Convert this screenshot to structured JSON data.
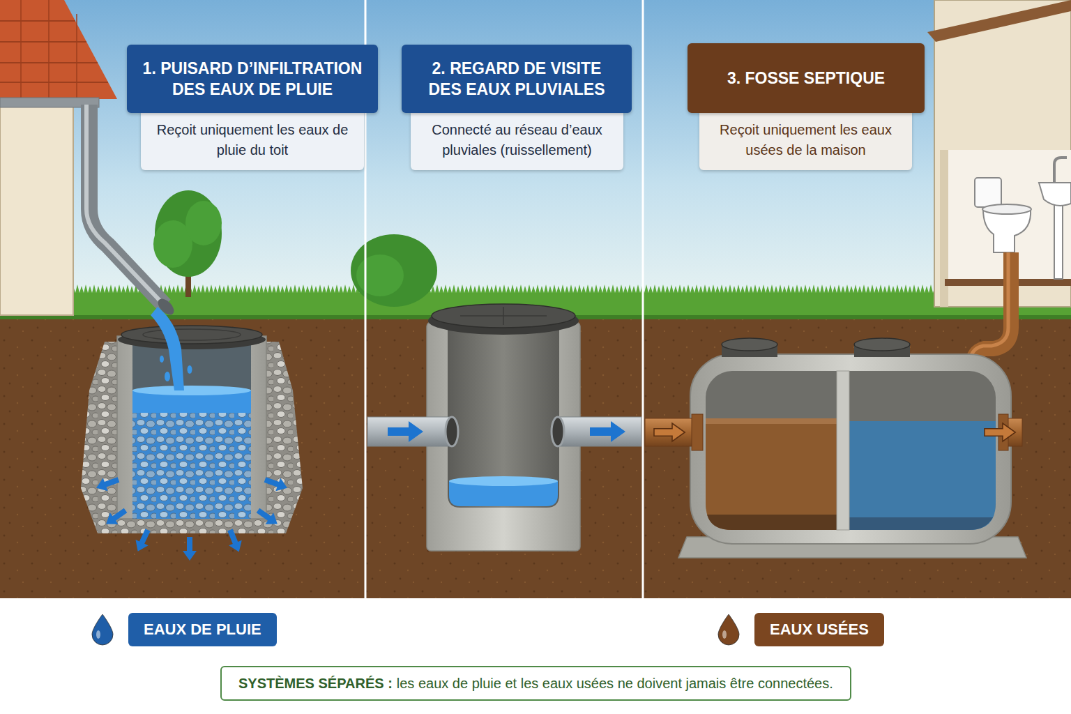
{
  "diagram": {
    "nodes": [
      {
        "text": [
          "1. PUISARD D’INFILTRATION DES EAUX DE PLUIE"
        ]
      },
      {
        "text": [
          "Reçoit uniquement les eaux de pluie du toit"
        ]
      },
      {
        "text": [
          "2. REGARD DE VISITE DES EAUX PLUVIALES"
        ]
      },
      {
        "text": [
          "Connecté au réseau d’eaux pluviales (ruissellement)"
        ]
      },
      {
        "text": [
          "3. FOSSE SEPTIQUE"
        ]
      },
      {
        "text": [
          "Reçoit uniquement les eaux usées de la maison"
        ]
      },
      {
        "text": [
          "SYSTÈMES SÉPARÉS :",
          "les eaux de pluie et les eaux usées ne doivent jamais être connectées."
        ]
      }
    ],
    "legend": [
      {
        "text": "EAUX DE PLUIE",
        "color": "#1f5ea8"
      },
      {
        "text": "EAUX USÉES",
        "color": "#7b4620"
      }
    ]
  }
}
